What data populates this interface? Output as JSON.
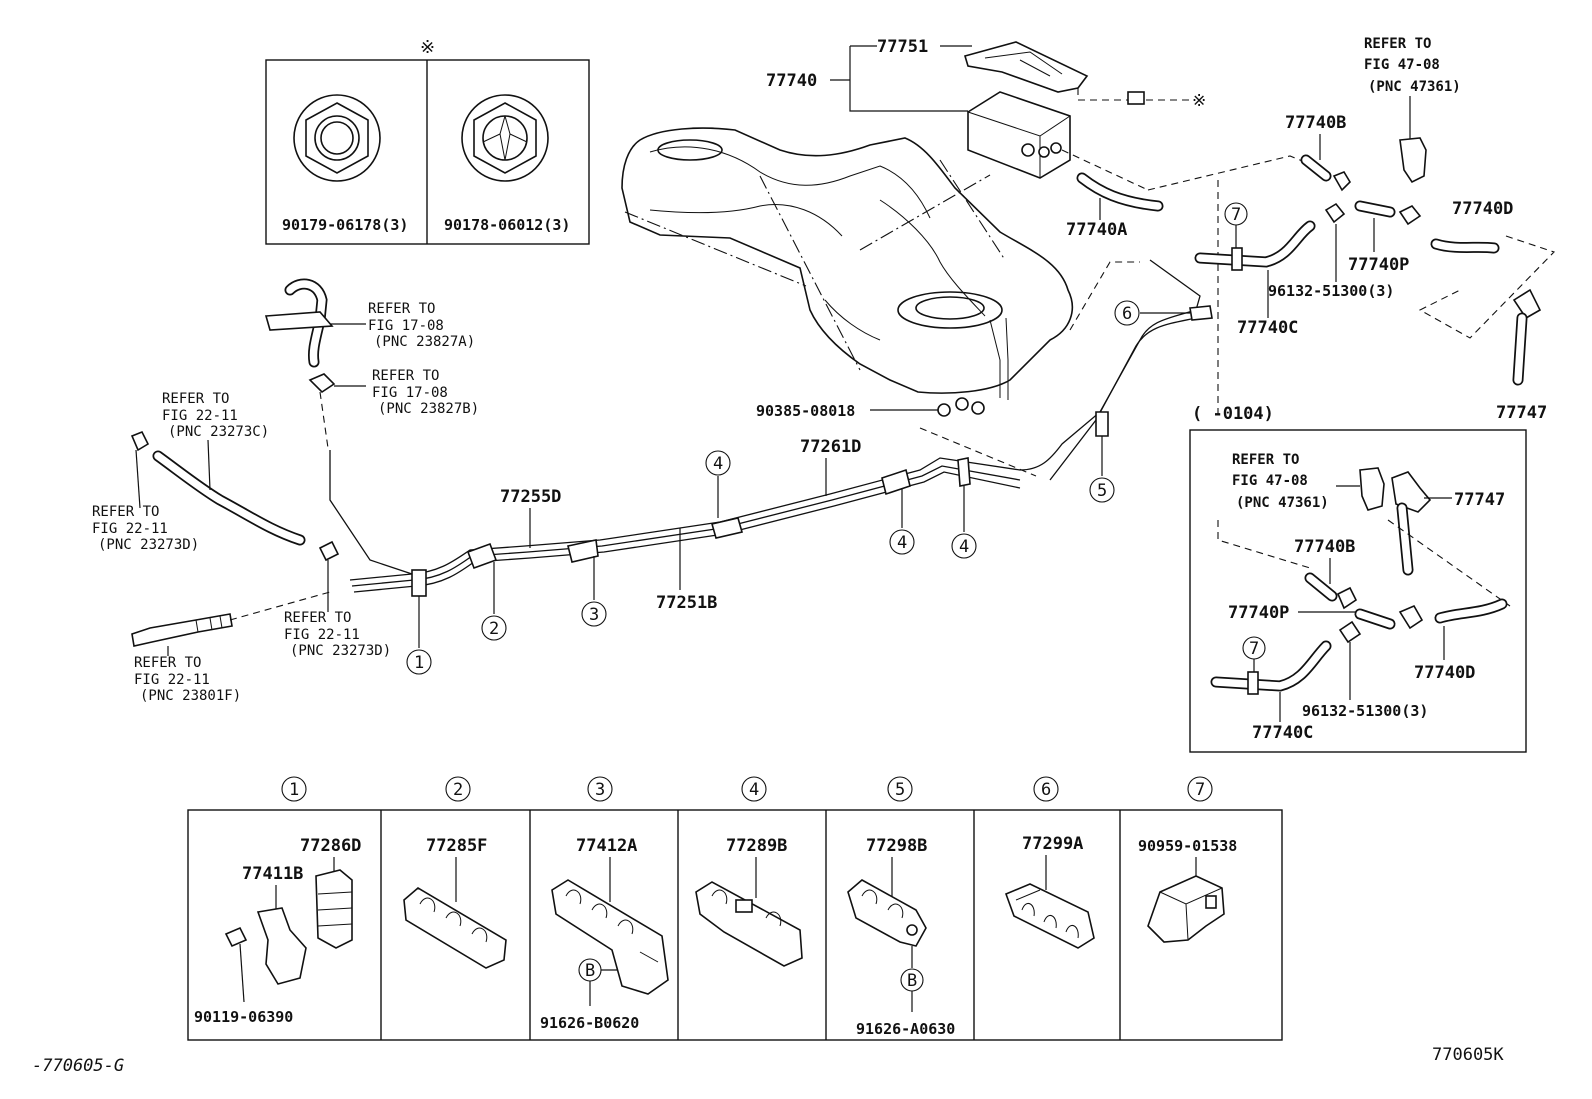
{
  "top_inset": {
    "asterisk": "※",
    "nut_left": "90179-06178(3)",
    "nut_right": "90178-06012(3)"
  },
  "canister": {
    "group": "77740",
    "bracket": "77751",
    "asterisk": "※"
  },
  "refs": {
    "fig4708_top": [
      "REFER TO",
      "FIG 47-08",
      "(PNC 47361)"
    ],
    "fig1708_a": [
      "REFER TO",
      "FIG 17-08",
      "(PNC 23827A)"
    ],
    "fig1708_b": [
      "REFER TO",
      "FIG 17-08",
      "(PNC 23827B)"
    ],
    "fig2211_c": [
      "REFER TO",
      "FIG 22-11",
      "(PNC 23273C)"
    ],
    "fig2211_d1": [
      "REFER TO",
      "FIG 22-11",
      "(PNC 23273D)"
    ],
    "fig2211_d2": [
      "REFER TO",
      "FIG 22-11",
      "(PNC 23273D)"
    ],
    "fig2211_f": [
      "REFER TO",
      "FIG 22-11",
      "(PNC 23801F)"
    ],
    "fig4708_inset": [
      "REFER TO",
      "FIG 47-08",
      "(PNC 47361)"
    ]
  },
  "parts": {
    "p77740B": "77740B",
    "p77740A": "77740A",
    "p77740D": "77740D",
    "p77740P": "77740P",
    "p96132": "96132-51300(3)",
    "p77740C": "77740C",
    "p77747": "77747",
    "p90385": "90385-08018",
    "p77261D": "77261D",
    "p77255D": "77255D",
    "p77251B": "77251B"
  },
  "inset_right": {
    "range": "(      -0104)",
    "p77747": "77747",
    "p77740B": "77740B",
    "p77740P": "77740P",
    "p77740D": "77740D",
    "p96132": "96132-51300(3)",
    "p77740C": "77740C"
  },
  "callouts": [
    "1",
    "2",
    "3",
    "4",
    "5",
    "6",
    "7"
  ],
  "clamp_table": {
    "headers": [
      "1",
      "2",
      "3",
      "4",
      "5",
      "6",
      "7"
    ],
    "cells": [
      {
        "main": "77286D",
        "second": "77411B",
        "bolt": "90119-06390"
      },
      {
        "main": "77285F"
      },
      {
        "main": "77412A",
        "b": "B",
        "bolt": "91626-B0620"
      },
      {
        "main": "77289B"
      },
      {
        "main": "77298B",
        "b": "B",
        "bolt": "91626-A0630"
      },
      {
        "main": "77299A"
      },
      {
        "main": "90959-01538"
      }
    ]
  },
  "footer": {
    "left_code": "-770605-G",
    "right_code": "770605K"
  }
}
